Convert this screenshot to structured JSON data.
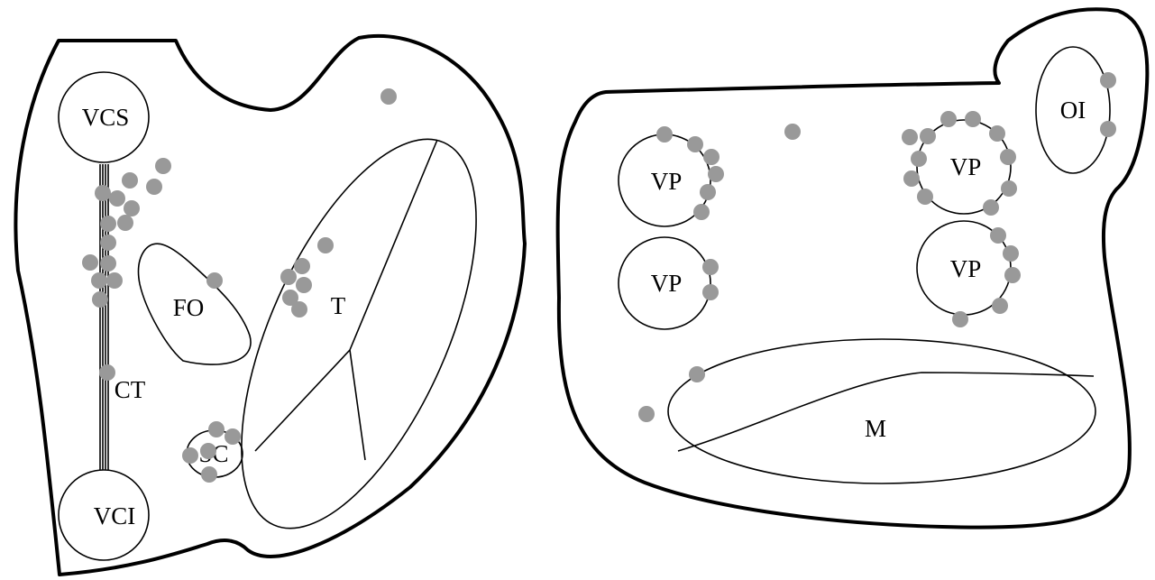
{
  "colors": {
    "dot": "#999999",
    "stroke": "#000000",
    "background": "#ffffff"
  },
  "left_panel": {
    "labels": {
      "vcs": "VCS",
      "vci": "VCI",
      "fo": "FO",
      "t": "T",
      "ct": "CT",
      "sc": "SC"
    }
  },
  "right_panel": {
    "labels": {
      "vp_upper_left": "VP",
      "vp_lower_left": "VP",
      "vp_upper_right": "VP",
      "vp_lower_right": "VP",
      "oi": "OI",
      "m": "M"
    }
  }
}
